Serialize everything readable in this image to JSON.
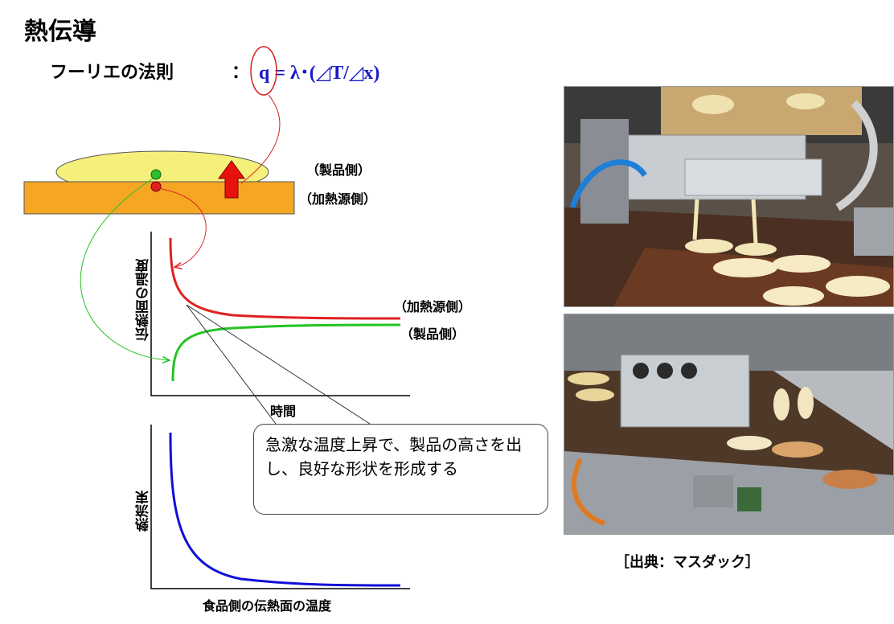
{
  "title": "熱伝導",
  "law": {
    "label": "フーリエの法則",
    "separator": "：",
    "formula": "q = λ･(◿T/◿x)"
  },
  "schematic": {
    "product_side_label": "（製品側）",
    "heat_source_side_label": "（加熱源側）",
    "colors": {
      "product": "#f5f07a",
      "plate": "#f5a623",
      "arrow": "#e8120c",
      "dot_green": "#2fbf2f",
      "dot_red": "#e02020"
    }
  },
  "temperature_chart": {
    "ylabel": "伝熱面の温度",
    "xlabel": "時間",
    "series_labels": {
      "heat_source": "（加熱源側）",
      "product": "（製品側）"
    },
    "colors": {
      "heat_source": "#e02020",
      "product": "#22c422"
    }
  },
  "heat_flux_chart": {
    "ylabel": "熱流束",
    "xlabel": "食品側の伝熱面の温度",
    "color": "#1010d8"
  },
  "callout": {
    "text": "急激な温度上昇で、製品の高さを出し、良好な形状を形成する"
  },
  "source": "［出典：マスダック］",
  "photos": {
    "top": "machine-depositing-batter",
    "bottom": "machine-conveyor-pancakes"
  }
}
